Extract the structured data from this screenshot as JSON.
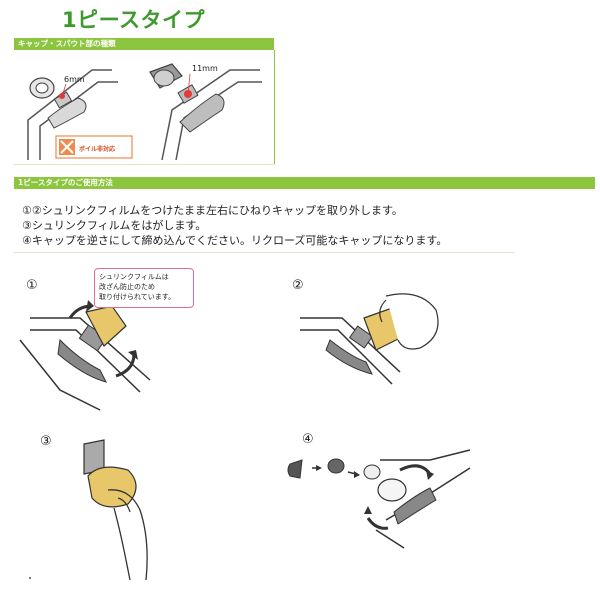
{
  "title": "1ピースタイプ",
  "section1": {
    "header": "キャップ・スパウト部の種類",
    "small_size": "6mm",
    "large_size": "11mm",
    "foil_note": "ボイル非対応"
  },
  "section2": {
    "header": "1ピースタイプのご使用方法",
    "instructions": [
      "①②シュリンクフィルムをつけたまま左右にひねりキャップを取り外します。",
      "③シュリンクフィルムをはがします。",
      "④キャップを逆さにして締め込んでください。リクローズ可能なキャップになります。"
    ]
  },
  "steps": {
    "step1": {
      "number": "①",
      "callout": [
        "シュリンクフィルムは",
        "改ざん防止のため",
        "取り付けられています。"
      ]
    },
    "step2": {
      "number": "②"
    },
    "step3": {
      "number": "③"
    },
    "step4": {
      "number": "④"
    }
  },
  "colors": {
    "accent_green": "#8cc63f",
    "title_green": "#3d9a2c",
    "callout_border": "#e0708a",
    "cap_yellow": "#e8c66a",
    "foil_orange": "#f08a4b"
  }
}
